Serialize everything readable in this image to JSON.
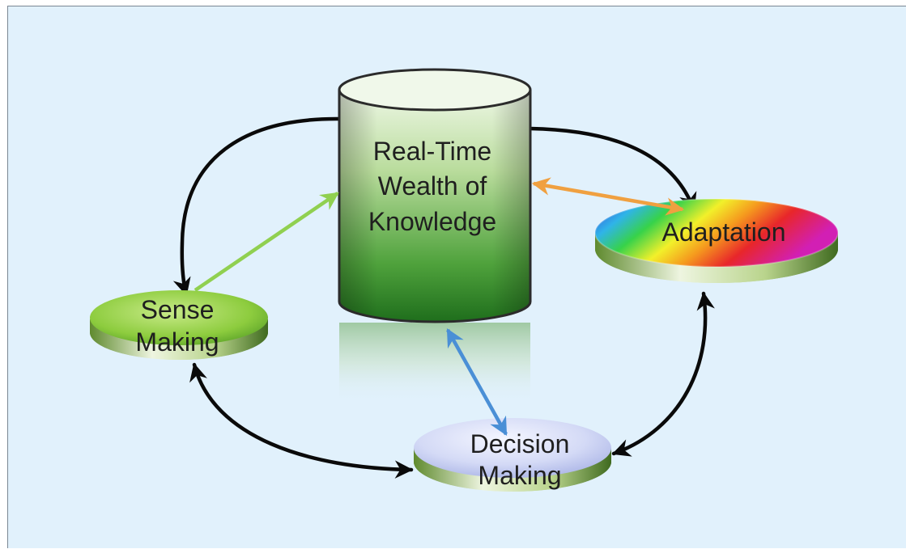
{
  "diagram": {
    "store": {
      "line1": "Real-Time",
      "line2": "Wealth of",
      "line3": "Knowledge"
    },
    "nodes": {
      "sense": {
        "line1": "Sense",
        "line2": "Making"
      },
      "adaptation": {
        "label": "Adaptation"
      },
      "decision": {
        "line1": "Decision",
        "line2": "Making"
      }
    },
    "colors": {
      "background": "#e1f1fc",
      "cycle_arrow": "#0a0a0a",
      "sense_link": "#90d050",
      "adaptation_link": "#f0a040",
      "decision_link": "#4a8fd6",
      "cylinder": "#2f8a2a"
    }
  }
}
